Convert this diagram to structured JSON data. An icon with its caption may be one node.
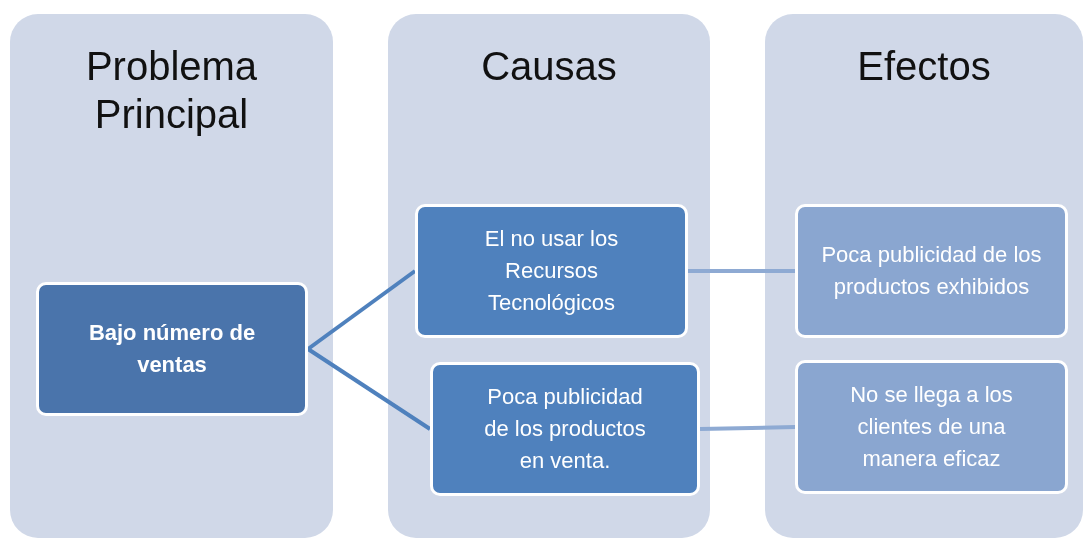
{
  "diagram": {
    "nodes": [
      {
        "text": [
          "Problema Principal"
        ]
      },
      {
        "text": [
          "Bajo número de ventas"
        ],
        "in": 0
      },
      {
        "text": [
          "Causas"
        ]
      },
      {
        "text": [
          "El no usar los Recursos Tecnológicos"
        ],
        "in": 2
      },
      {
        "text": [
          "Poca publicidad de los productos en venta."
        ],
        "in": 2
      },
      {
        "text": [
          "Efectos"
        ]
      },
      {
        "text": [
          "Poca publicidad de los productos exhibidos"
        ],
        "in": 5
      },
      {
        "text": [
          "No se llega a los clientes de una manera eficaz"
        ],
        "in": 5
      }
    ],
    "edges": [
      {
        "from": 1,
        "to": 3,
        "arrow": "none"
      },
      {
        "from": 1,
        "to": 4,
        "arrow": "none"
      },
      {
        "from": 3,
        "to": 6,
        "arrow": "none",
        "color": "#8eaad3"
      },
      {
        "from": 4,
        "to": 7,
        "arrow": "none",
        "color": "#8eaad3"
      }
    ]
  }
}
